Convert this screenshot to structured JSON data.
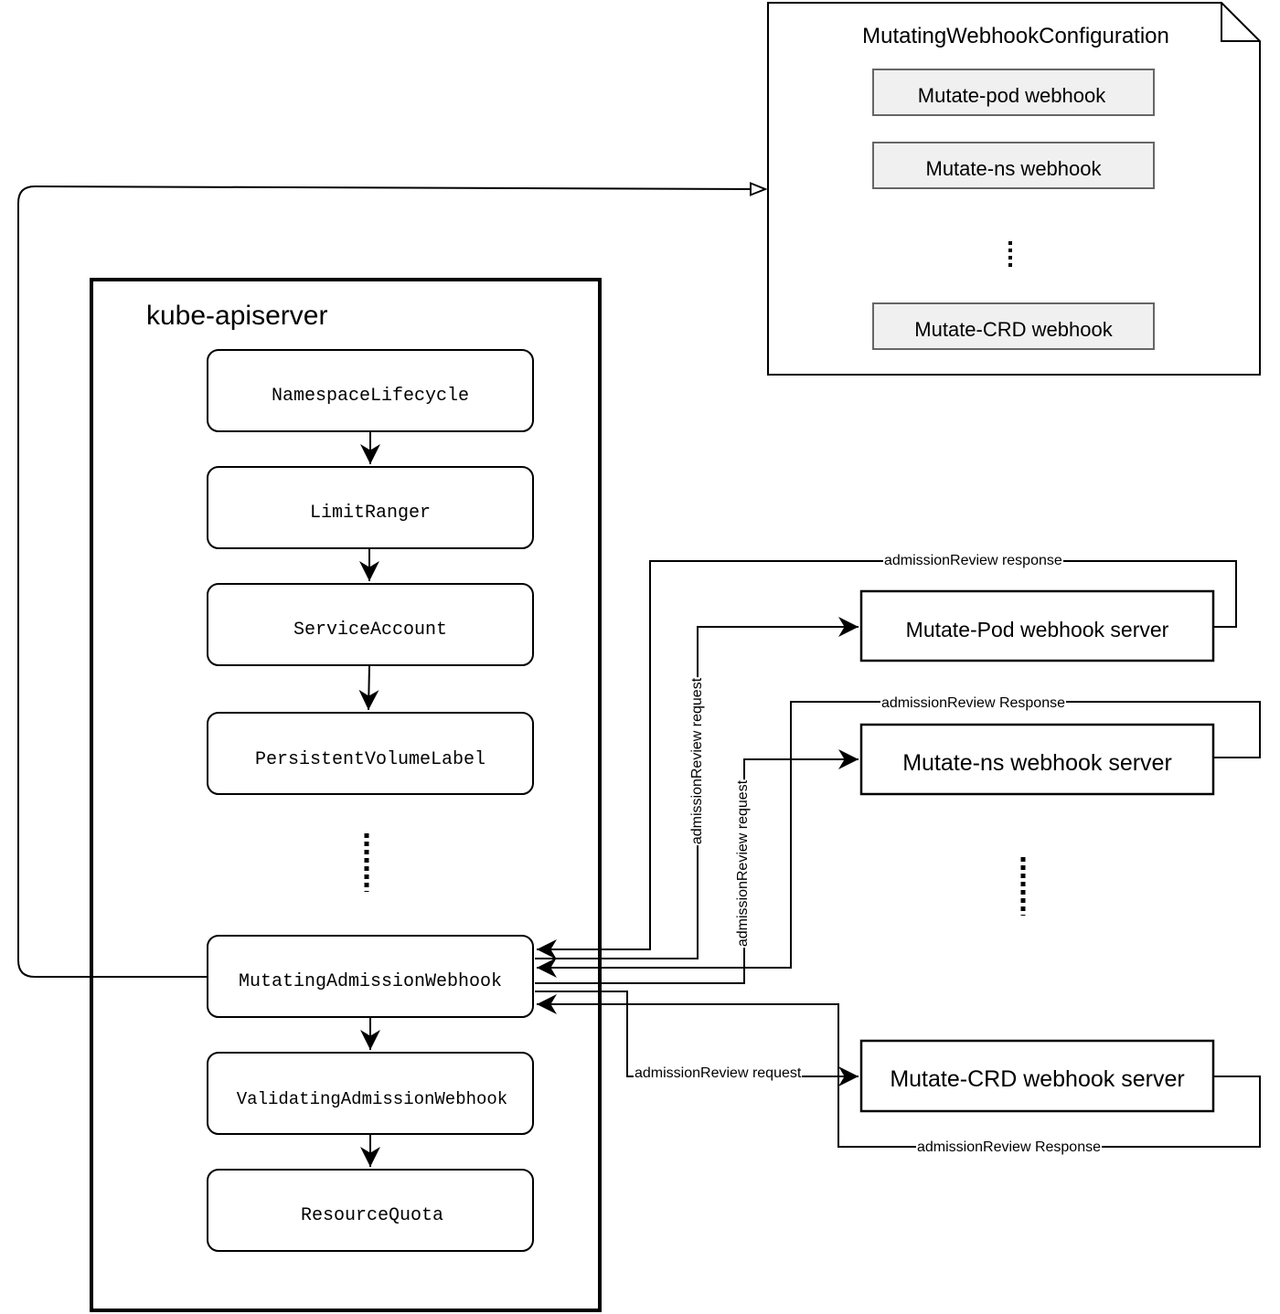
{
  "apiserver": {
    "title": "kube-apiserver",
    "plugins": [
      "NamespaceLifecycle",
      "LimitRanger",
      "ServiceAccount",
      "PersistentVolumeLabel",
      "MutatingAdmissionWebhook",
      "ValidatingAdmissionWebhook",
      "ResourceQuota"
    ]
  },
  "config": {
    "title": "MutatingWebhookConfiguration",
    "webhooks": [
      "Mutate-pod webhook",
      "Mutate-ns webhook",
      "Mutate-CRD webhook"
    ]
  },
  "servers": [
    "Mutate-Pod webhook server",
    "Mutate-ns webhook server",
    "Mutate-CRD webhook server"
  ],
  "edges": {
    "pod_response": "admissionReview response",
    "pod_request": "admissionReview request",
    "ns_response": "admissionReview Response",
    "ns_request": "admissionReview request",
    "crd_request": "admissionReview request",
    "crd_response": "admissionReview Response"
  },
  "colors": {
    "stroke": "#000000",
    "webhook_fill": "#f0f0f0",
    "webhook_stroke": "#666666"
  }
}
